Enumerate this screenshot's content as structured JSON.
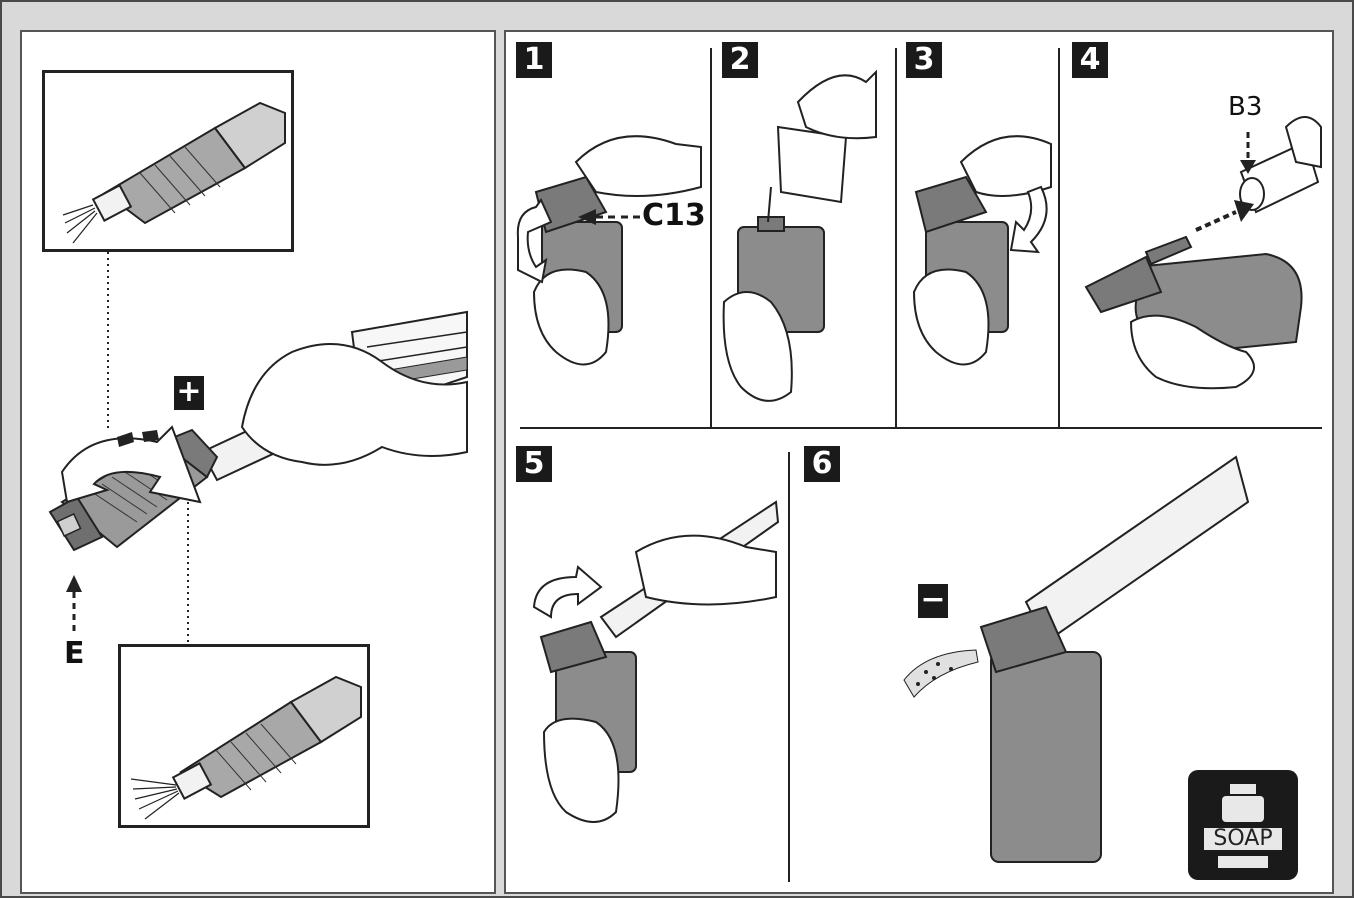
{
  "left": {
    "plus_sign": "+",
    "label_e": "E"
  },
  "right": {
    "steps": [
      {
        "num": "1"
      },
      {
        "num": "2"
      },
      {
        "num": "3"
      },
      {
        "num": "4"
      },
      {
        "num": "5"
      },
      {
        "num": "6"
      }
    ],
    "label_c13": "C13",
    "label_b3": "B3",
    "minus_sign": "−",
    "soap_label": "SOAP"
  },
  "colors": {
    "page_bg": "#d9d9d9",
    "panel_bg": "#ffffff",
    "step_badge": "#1a1a1a",
    "bottle_fill": "#8c8c8c",
    "hand_fill": "#ffffff"
  }
}
